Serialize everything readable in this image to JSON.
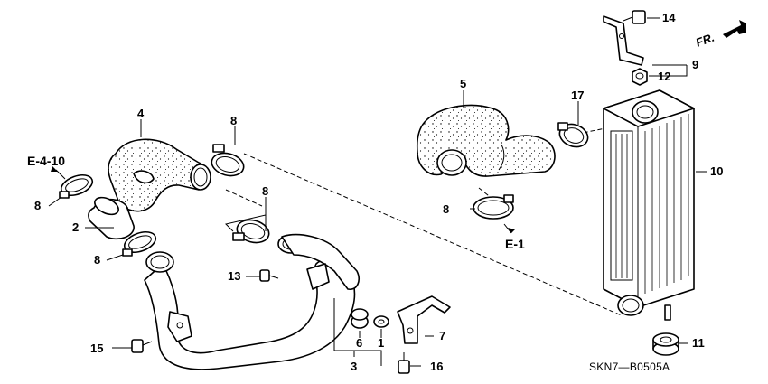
{
  "diagram": {
    "code": "SKN7—B0505A",
    "direction": "FR.",
    "refs": {
      "e410": "E-4-10",
      "e1": "E-1"
    },
    "parts": {
      "p1": "1",
      "p2": "2",
      "p3": "3",
      "p4": "4",
      "p5": "5",
      "p6": "6",
      "p7": "7",
      "p8a": "8",
      "p8b": "8",
      "p8c": "8",
      "p8d": "8",
      "p8e": "8",
      "p9": "9",
      "p10": "10",
      "p11": "11",
      "p12": "12",
      "p13": "13",
      "p14": "14",
      "p15": "15",
      "p16": "16",
      "p17": "17"
    }
  }
}
